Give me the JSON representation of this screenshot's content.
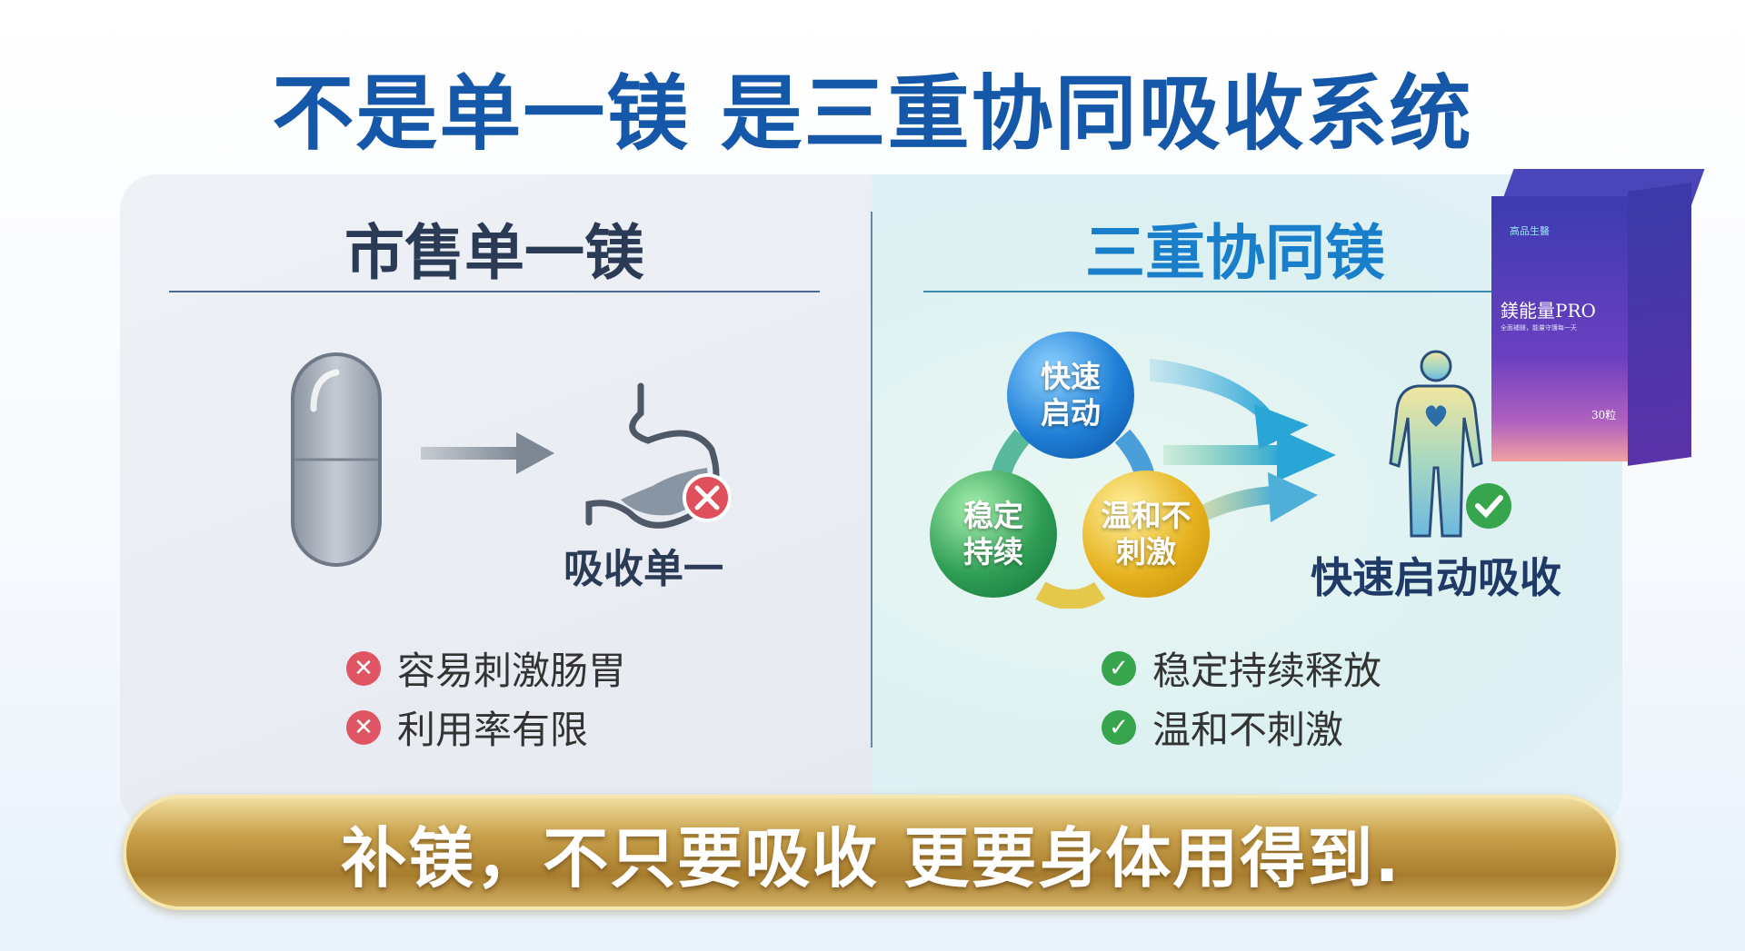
{
  "title": "不是单一镁 是三重协同吸收系统",
  "left": {
    "heading": "市售单一镁",
    "result_label": "吸收单一",
    "bullets": [
      "容易刺激肠胃",
      "利用率有限"
    ],
    "bullet_icon": "x-icon"
  },
  "right": {
    "heading": "三重协同镁",
    "spheres": [
      {
        "label": "快速启动",
        "color": "#1f7fd6"
      },
      {
        "label": "稳定持续",
        "color": "#2f9e55"
      },
      {
        "label": "温和不刺激",
        "color": "#e6b21f"
      }
    ],
    "result_label": "快速启动吸收",
    "bullets": [
      "稳定持续释放",
      "温和不刺激"
    ],
    "bullet_icon": "check-icon"
  },
  "product": {
    "brand": "高品生醫",
    "name": "鎂能量PRO",
    "tagline": "全面補鎂，能量守護每一天",
    "count": "30粒"
  },
  "banner": "补镁，不只要吸收 更要身体用得到."
}
